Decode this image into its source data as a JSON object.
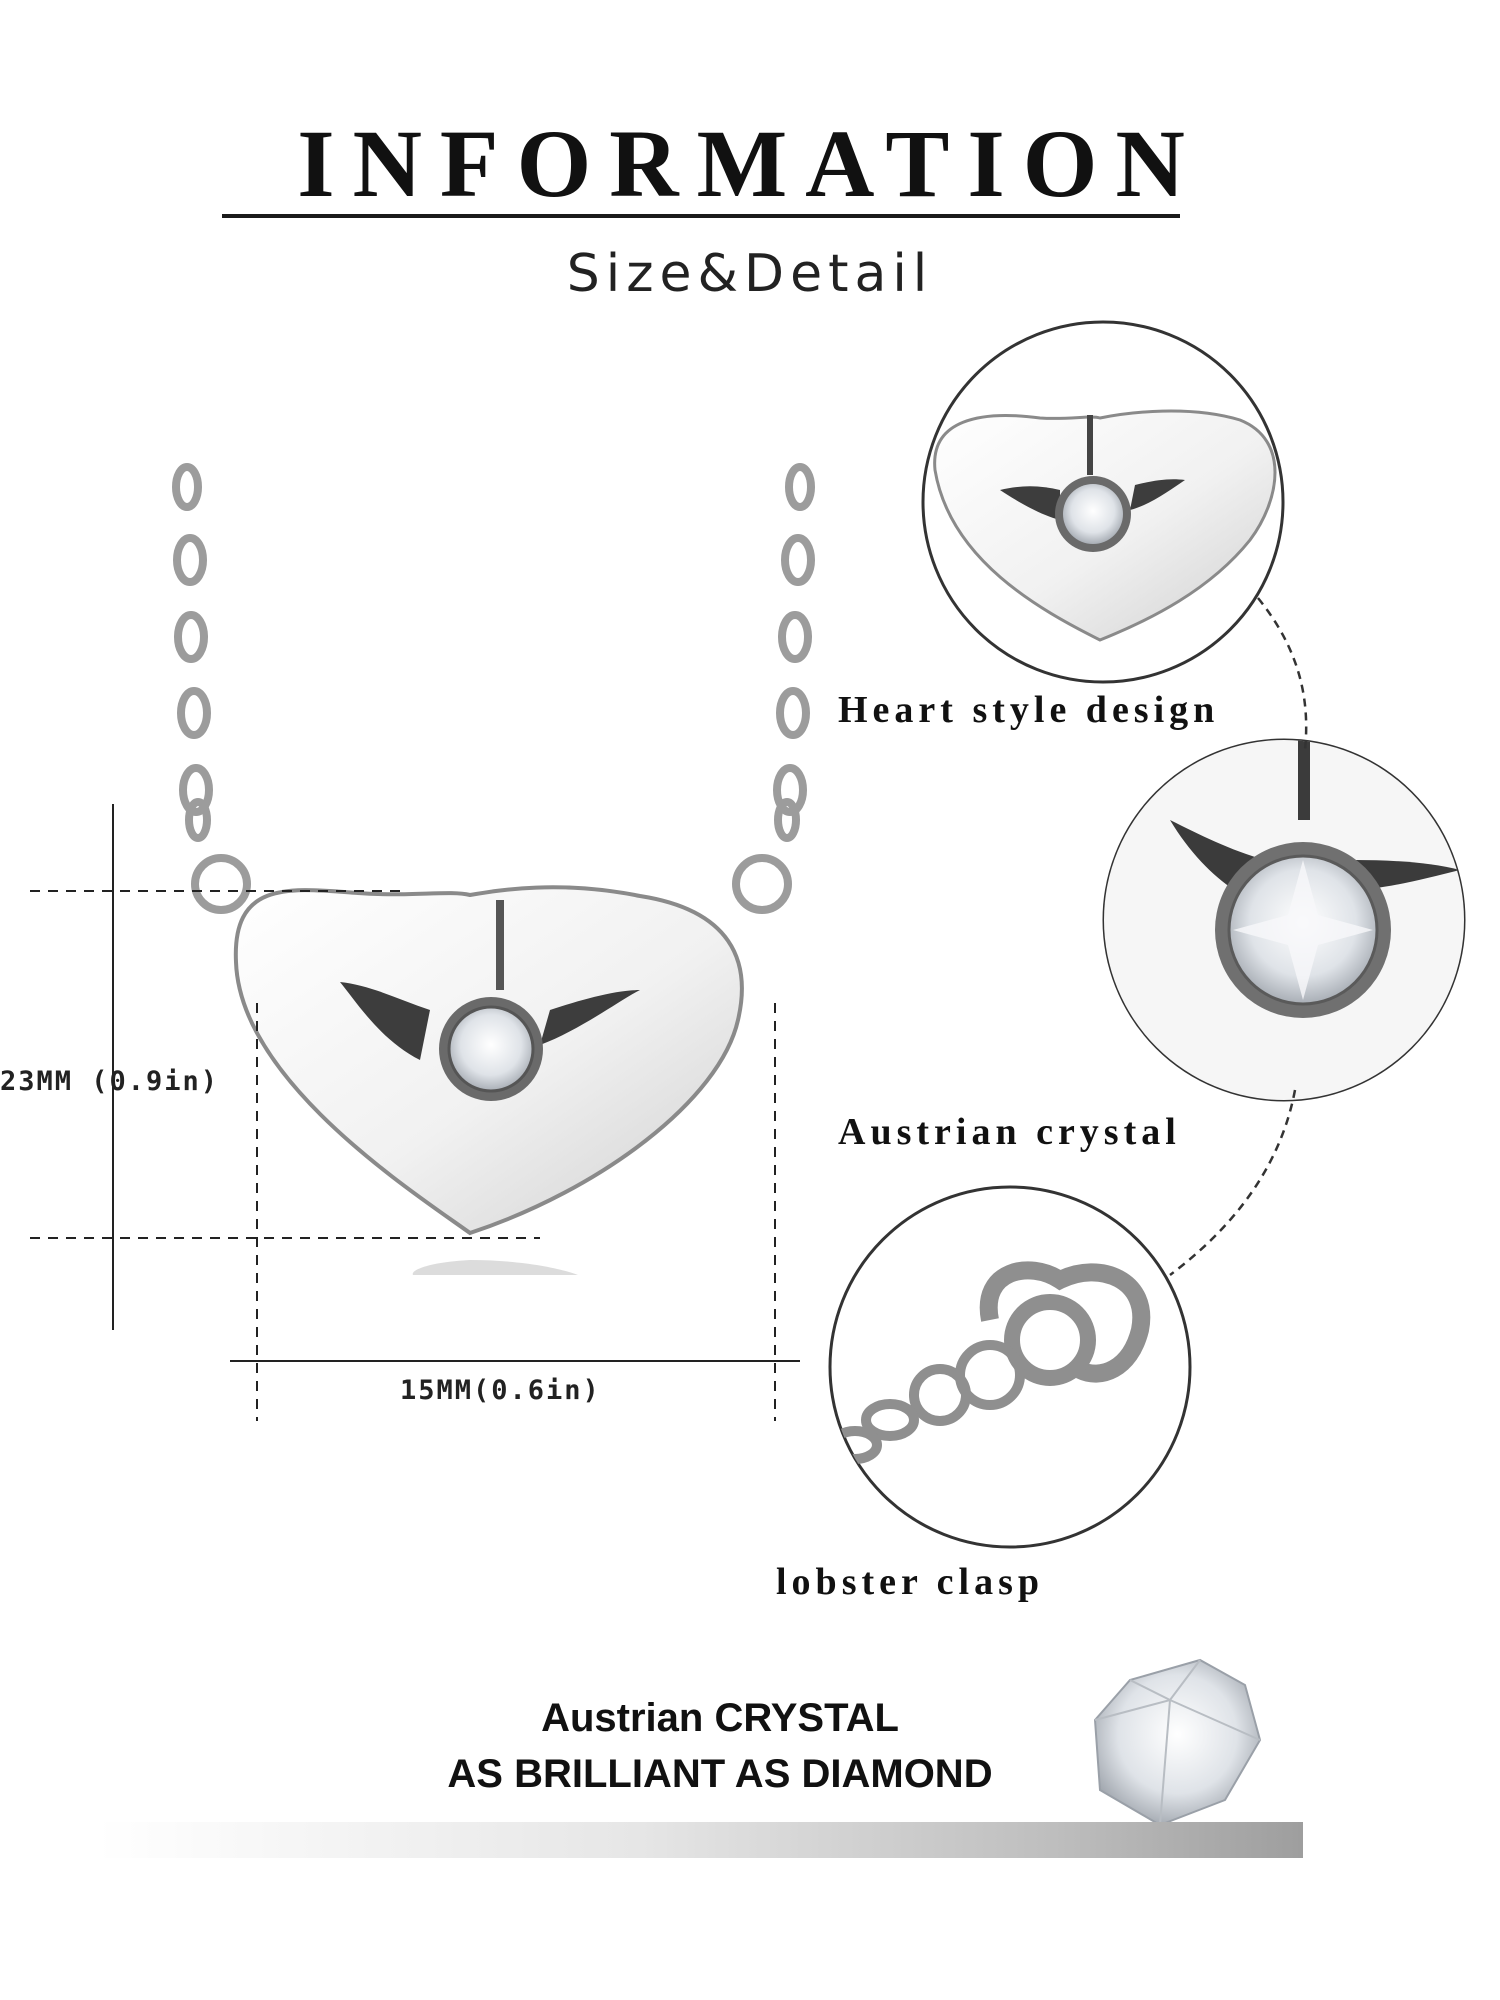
{
  "header": {
    "title": "INFORMATION",
    "subtitle": "Size&Detail"
  },
  "dimensions": {
    "height_label": "23MM (0.9in)",
    "width_label": "15MM(0.6in)"
  },
  "features": [
    {
      "label": "Heart style design",
      "icon": "heart-pendant-closeup"
    },
    {
      "label": "Austrian crystal",
      "icon": "crystal-closeup"
    },
    {
      "label": "lobster clasp",
      "icon": "lobster-clasp-closeup"
    }
  ],
  "promo": {
    "line1": "Austrian CRYSTAL",
    "line2": "AS BRILLIANT AS DIAMOND"
  },
  "colors": {
    "text": "#111111",
    "silver": "#c8c8c8",
    "dark_silver": "#6e6e6e"
  }
}
